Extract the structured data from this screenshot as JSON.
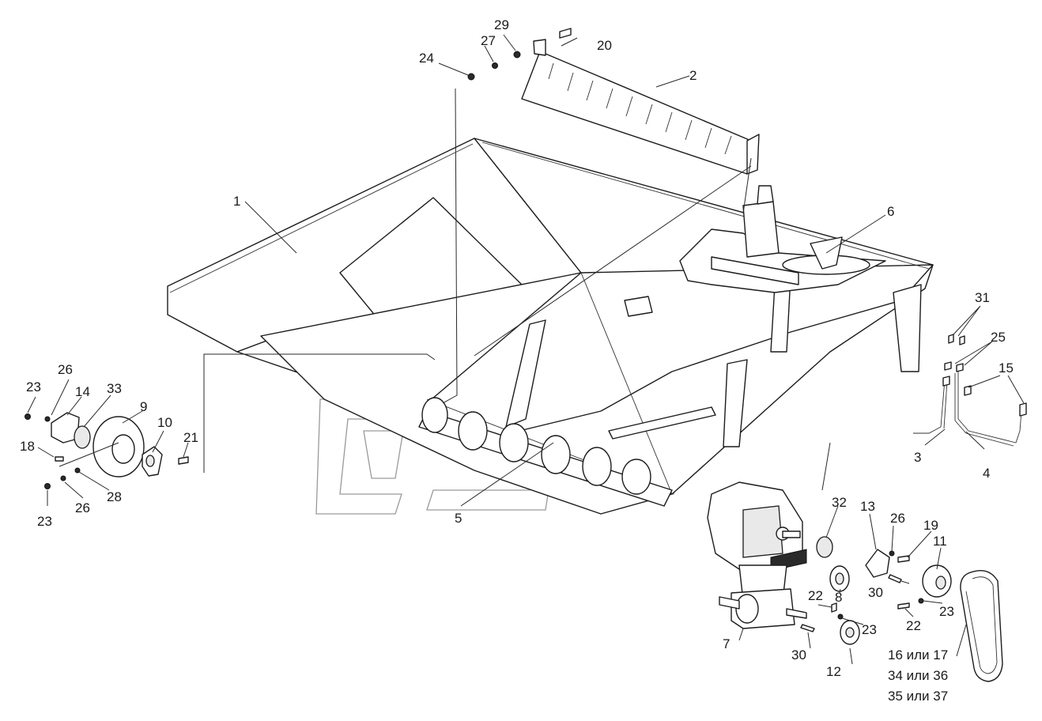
{
  "callouts": [
    {
      "id": "c1",
      "text": "1"
    },
    {
      "id": "c2",
      "text": "2"
    },
    {
      "id": "c3",
      "text": "3"
    },
    {
      "id": "c4",
      "text": "4"
    },
    {
      "id": "c5",
      "text": "5"
    },
    {
      "id": "c6",
      "text": "6"
    },
    {
      "id": "c7",
      "text": "7"
    },
    {
      "id": "c8",
      "text": "8"
    },
    {
      "id": "c9",
      "text": "9"
    },
    {
      "id": "c10",
      "text": "10"
    },
    {
      "id": "c11",
      "text": "11"
    },
    {
      "id": "c12",
      "text": "12"
    },
    {
      "id": "c13",
      "text": "13"
    },
    {
      "id": "c14",
      "text": "14"
    },
    {
      "id": "c15",
      "text": "15"
    },
    {
      "id": "c18",
      "text": "18"
    },
    {
      "id": "c19",
      "text": "19"
    },
    {
      "id": "c20",
      "text": "20"
    },
    {
      "id": "c21",
      "text": "21"
    },
    {
      "id": "c22a",
      "text": "22"
    },
    {
      "id": "c22b",
      "text": "22"
    },
    {
      "id": "c23a",
      "text": "23"
    },
    {
      "id": "c23b",
      "text": "23"
    },
    {
      "id": "c23c",
      "text": "23"
    },
    {
      "id": "c23d",
      "text": "23"
    },
    {
      "id": "c24",
      "text": "24"
    },
    {
      "id": "c25",
      "text": "25"
    },
    {
      "id": "c26a",
      "text": "26"
    },
    {
      "id": "c26b",
      "text": "26"
    },
    {
      "id": "c26c",
      "text": "26"
    },
    {
      "id": "c27",
      "text": "27"
    },
    {
      "id": "c28",
      "text": "28"
    },
    {
      "id": "c29",
      "text": "29"
    },
    {
      "id": "c30a",
      "text": "30"
    },
    {
      "id": "c30b",
      "text": "30"
    },
    {
      "id": "c31",
      "text": "31"
    },
    {
      "id": "c32",
      "text": "32"
    },
    {
      "id": "c33",
      "text": "33"
    }
  ],
  "belt_note": [
    "16 или 17",
    "34 или 36",
    "35 или 37"
  ]
}
